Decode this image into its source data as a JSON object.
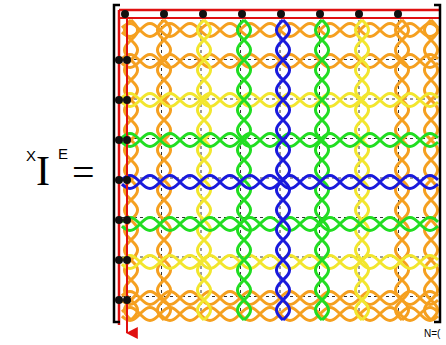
{
  "diagram": {
    "labels": [
      "X",
      "I",
      "E",
      "=",
      "N=("
    ]
  }
}
